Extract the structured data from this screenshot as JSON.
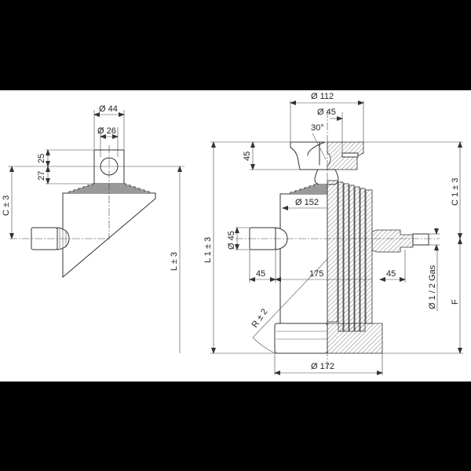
{
  "drawing": {
    "subject": "Telescopic hydraulic cylinder - technical drawing",
    "background_band_color": "#000000",
    "sheet_color": "#ffffff",
    "line_color": "#333333"
  },
  "left_view": {
    "dims": {
      "eye_outer": "Ø 44",
      "eye_bore": "Ø 26",
      "eye_top": "25",
      "eye_bottom": "27",
      "c": "C ± 3",
      "l": "L ± 3"
    }
  },
  "right_view": {
    "dims": {
      "head_outer": "Ø 112",
      "head_ball": "Ø 45",
      "angle": "30°",
      "head_height": "45",
      "stage_dia": "Ø 152",
      "trunnion_dia": "Ø 45",
      "trunnion_left": "45",
      "center_dist": "175",
      "port_offset": "45",
      "radius": "R ± 2",
      "base_dia": "Ø 172",
      "l1": "L 1 ± 3",
      "c1": "C 1 ± 3",
      "f": "F",
      "port": "Ø 1 / 2  Gas"
    }
  }
}
